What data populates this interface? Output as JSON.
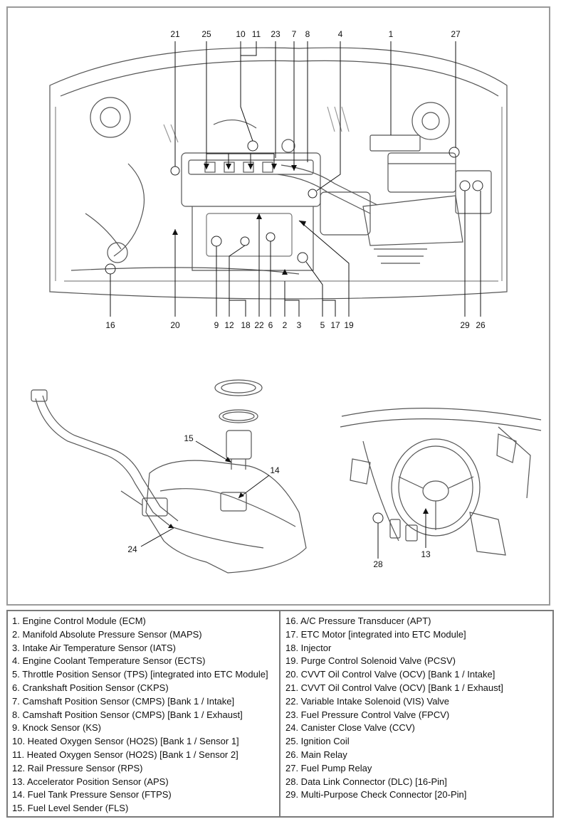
{
  "engine_callouts": {
    "top": [
      "21",
      "25",
      "10",
      "11",
      "23",
      "7",
      "8",
      "4",
      "1",
      "27"
    ],
    "bottom": [
      "16",
      "20",
      "9",
      "12",
      "18",
      "22",
      "6",
      "2",
      "3",
      "5",
      "17",
      "19",
      "29",
      "26"
    ]
  },
  "tank_callouts": [
    "15",
    "14",
    "24"
  ],
  "dash_callouts": [
    "28",
    "13"
  ],
  "legend": {
    "left": [
      "1. Engine Control Module (ECM)",
      "2. Manifold Absolute Pressure Sensor (MAPS)",
      "3. Intake Air Temperature Sensor (IATS)",
      "4. Engine Coolant Temperature Sensor (ECTS)",
      "5. Throttle Position Sensor (TPS) [integrated into ETC Module]",
      "6. Crankshaft Position Sensor (CKPS)",
      "7. Camshaft Position Sensor (CMPS) [Bank 1 / Intake]",
      "8. Camshaft Position Sensor (CMPS) [Bank 1 / Exhaust]",
      "9. Knock Sensor (KS)",
      "10. Heated Oxygen Sensor (HO2S) [Bank 1 / Sensor 1]",
      "11. Heated Oxygen Sensor (HO2S) [Bank 1 / Sensor 2]",
      "12. Rail Pressure Sensor (RPS)",
      "13. Accelerator Position Sensor (APS)",
      "14. Fuel Tank Pressure Sensor (FTPS)",
      "15. Fuel Level Sender (FLS)"
    ],
    "right": [
      "16. A/C Pressure Transducer (APT)",
      "17. ETC Motor [integrated into ETC Module]",
      "18. Injector",
      "19. Purge Control Solenoid Valve (PCSV)",
      "20. CVVT Oil Control Valve (OCV) [Bank 1 / Intake]",
      "21. CVVT Oil Control Valve (OCV) [Bank 1 / Exhaust]",
      "22. Variable Intake Solenoid (VIS) Valve",
      "23. Fuel Pressure Control Valve (FPCV)",
      "24. Canister Close Valve (CCV)",
      "25. Ignition Coil",
      "26. Main Relay",
      "27. Fuel Pump Relay",
      "28. Data Link Connector (DLC) [16-Pin]",
      "29. Multi-Purpose Check Connector [20-Pin]"
    ]
  }
}
